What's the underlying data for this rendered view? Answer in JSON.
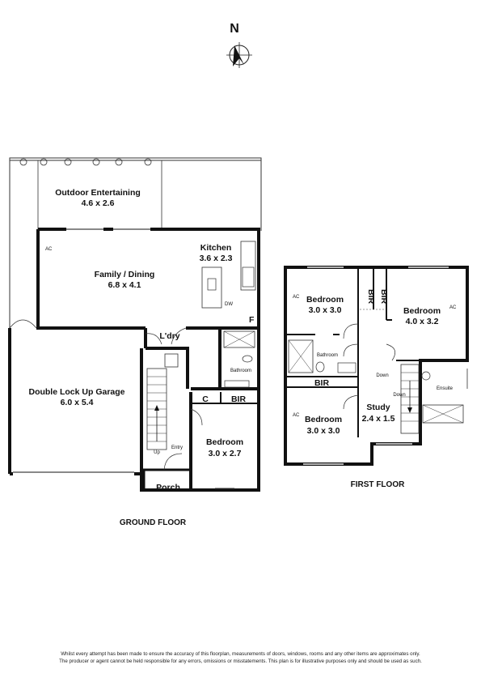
{
  "compass": {
    "label": "N",
    "icon": "north-arrow-icon"
  },
  "ground_floor": {
    "title": "GROUND FLOOR",
    "rooms": [
      {
        "name": "Outdoor Entertaining",
        "dims": "4.6 x 2.6"
      },
      {
        "name": "Family / Dining",
        "dims": "6.8 x 4.1"
      },
      {
        "name": "Kitchen",
        "dims": "3.6 x 2.3"
      },
      {
        "name": "Double Lock Up Garage",
        "dims": "6.0 x 5.4"
      },
      {
        "name": "Bedroom",
        "dims": "3.0 x 2.7"
      }
    ],
    "labels": {
      "ldry": "L'dry",
      "bathroom": "Bathroom",
      "c": "C",
      "bir": "BIR",
      "porch": "Porch",
      "entry": "Entry",
      "up": "Up",
      "ac": "AC",
      "dw": "DW",
      "f": "F"
    }
  },
  "first_floor": {
    "title": "FIRST FLOOR",
    "rooms": [
      {
        "name": "Bedroom",
        "dims": "3.0 x 3.0"
      },
      {
        "name": "Bedroom",
        "dims": "4.0 x 3.2"
      },
      {
        "name": "Bedroom",
        "dims": "3.0 x 3.0"
      },
      {
        "name": "Study",
        "dims": "2.4 x 1.5"
      }
    ],
    "labels": {
      "bir_top1": "BIR",
      "bir_top2": "BIR",
      "bir_mid": "BIR",
      "bathroom": "Bathroom",
      "ensuite": "Ensuite",
      "down1": "Down",
      "down2": "Down",
      "ac1": "AC",
      "ac2": "AC",
      "ac3": "AC"
    }
  },
  "disclaimer": {
    "line1": "Whilst every attempt has been made to ensure the accuracy of this floorplan, measurements of doors, windows, rooms and any other items are approximates only.",
    "line2": "The producer or agent cannot be held responsible for any errors, omissions or misstatements. This plan is for illustrative purposes only and should be used as such."
  }
}
